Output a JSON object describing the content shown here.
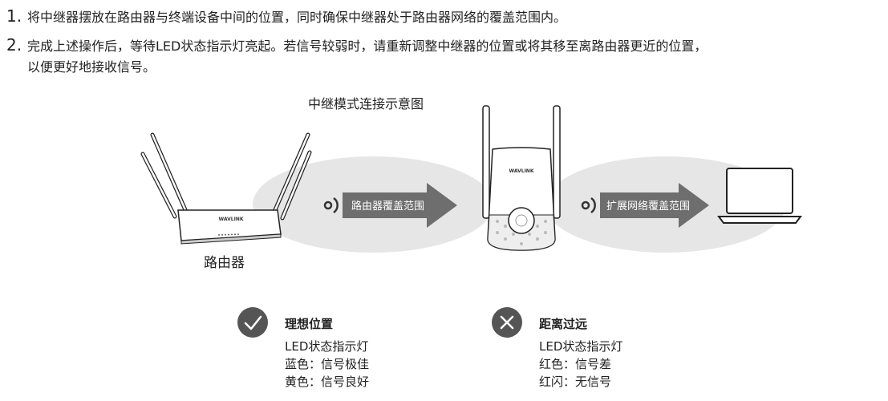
{
  "steps": [
    {
      "number": "1.",
      "text": "将中继器摆放在路由器与终端设备中间的位置，同时确保中继器处于路由器网络的覆盖范围内。"
    },
    {
      "number": "2.",
      "text": "完成上述操作后，等待LED状态指示灯亮起。若信号较弱时，请重新调整中继器的位置或将其移至离路由器更近的位置，",
      "text_cont": "以便更好地接收信号。"
    }
  ],
  "diagram": {
    "title": "中继模式连接示意图",
    "router_label": "路由器",
    "arrow1_label": "路由器覆盖范围",
    "arrow2_label": "扩展网络覆盖范围",
    "brand_text": "WAVLINK"
  },
  "legend": {
    "ideal": {
      "title": "理想位置",
      "lines": [
        "LED状态指示灯",
        "蓝色：信号极佳",
        "黄色：信号良好"
      ]
    },
    "far": {
      "title": "距离过远",
      "lines": [
        "LED状态指示灯",
        "红色：信号差",
        "红闪：无信号"
      ]
    }
  },
  "colors": {
    "ellipse": "#e6e6e6",
    "arrow": "#6e6e6e",
    "icon": "#555555"
  }
}
